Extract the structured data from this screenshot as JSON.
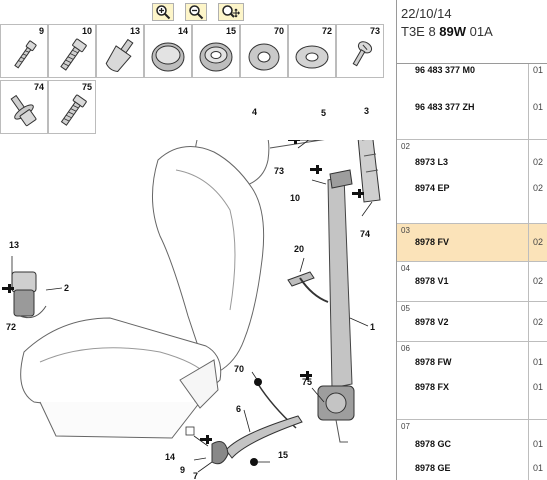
{
  "toolbar": {
    "zoom_in": "zoom-in",
    "zoom_out": "zoom-out",
    "zoom_fit": "zoom-fit"
  },
  "parts_strip": [
    {
      "num": "9",
      "icon": "screw"
    },
    {
      "num": "10",
      "icon": "bolt"
    },
    {
      "num": "13",
      "icon": "cap-nut"
    },
    {
      "num": "14",
      "icon": "grommet"
    },
    {
      "num": "15",
      "icon": "grommet"
    },
    {
      "num": "70",
      "icon": "ring"
    },
    {
      "num": "72",
      "icon": "washer"
    },
    {
      "num": "73",
      "icon": "round-head-screw"
    },
    {
      "num": "74",
      "icon": "bolt-with-washer"
    },
    {
      "num": "75",
      "icon": "bolt"
    }
  ],
  "callouts": {
    "c1": "1",
    "c2": "2",
    "c3": "3",
    "c4": "4",
    "c5": "5",
    "c6": "6",
    "c7": "7",
    "c9": "9",
    "c10": "10",
    "c13": "13",
    "c14": "14",
    "c15": "15",
    "c20": "20",
    "c70": "70",
    "c72": "72",
    "c73": "73",
    "c74": "74",
    "c75": "75"
  },
  "header": {
    "date": "22/10/14",
    "ref_prefix": "T3E 8 ",
    "ref_bold": "89W",
    "ref_suffix": " 01A"
  },
  "groups": [
    {
      "num": "",
      "items": [
        {
          "code": "96 483 377 M0",
          "qty": "01"
        },
        {
          "code": "96 483 377 ZH",
          "qty": "01"
        }
      ]
    },
    {
      "num": "02",
      "items": [
        {
          "code": "8973 L3",
          "qty": "02"
        },
        {
          "code": "8974 EP",
          "qty": "02"
        }
      ]
    },
    {
      "num": "03",
      "items": [
        {
          "code": "8978 FV",
          "qty": "02"
        }
      ]
    },
    {
      "num": "04",
      "items": [
        {
          "code": "8978 V1",
          "qty": "02"
        }
      ]
    },
    {
      "num": "05",
      "items": [
        {
          "code": "8978 V2",
          "qty": "02"
        }
      ]
    },
    {
      "num": "06",
      "items": [
        {
          "code": "8978 FW",
          "qty": "01"
        },
        {
          "code": "8978 FX",
          "qty": "01"
        }
      ]
    },
    {
      "num": "07",
      "items": [
        {
          "code": "8978 GC",
          "qty": "01"
        },
        {
          "code": "8978 GE",
          "qty": "01"
        }
      ]
    }
  ]
}
